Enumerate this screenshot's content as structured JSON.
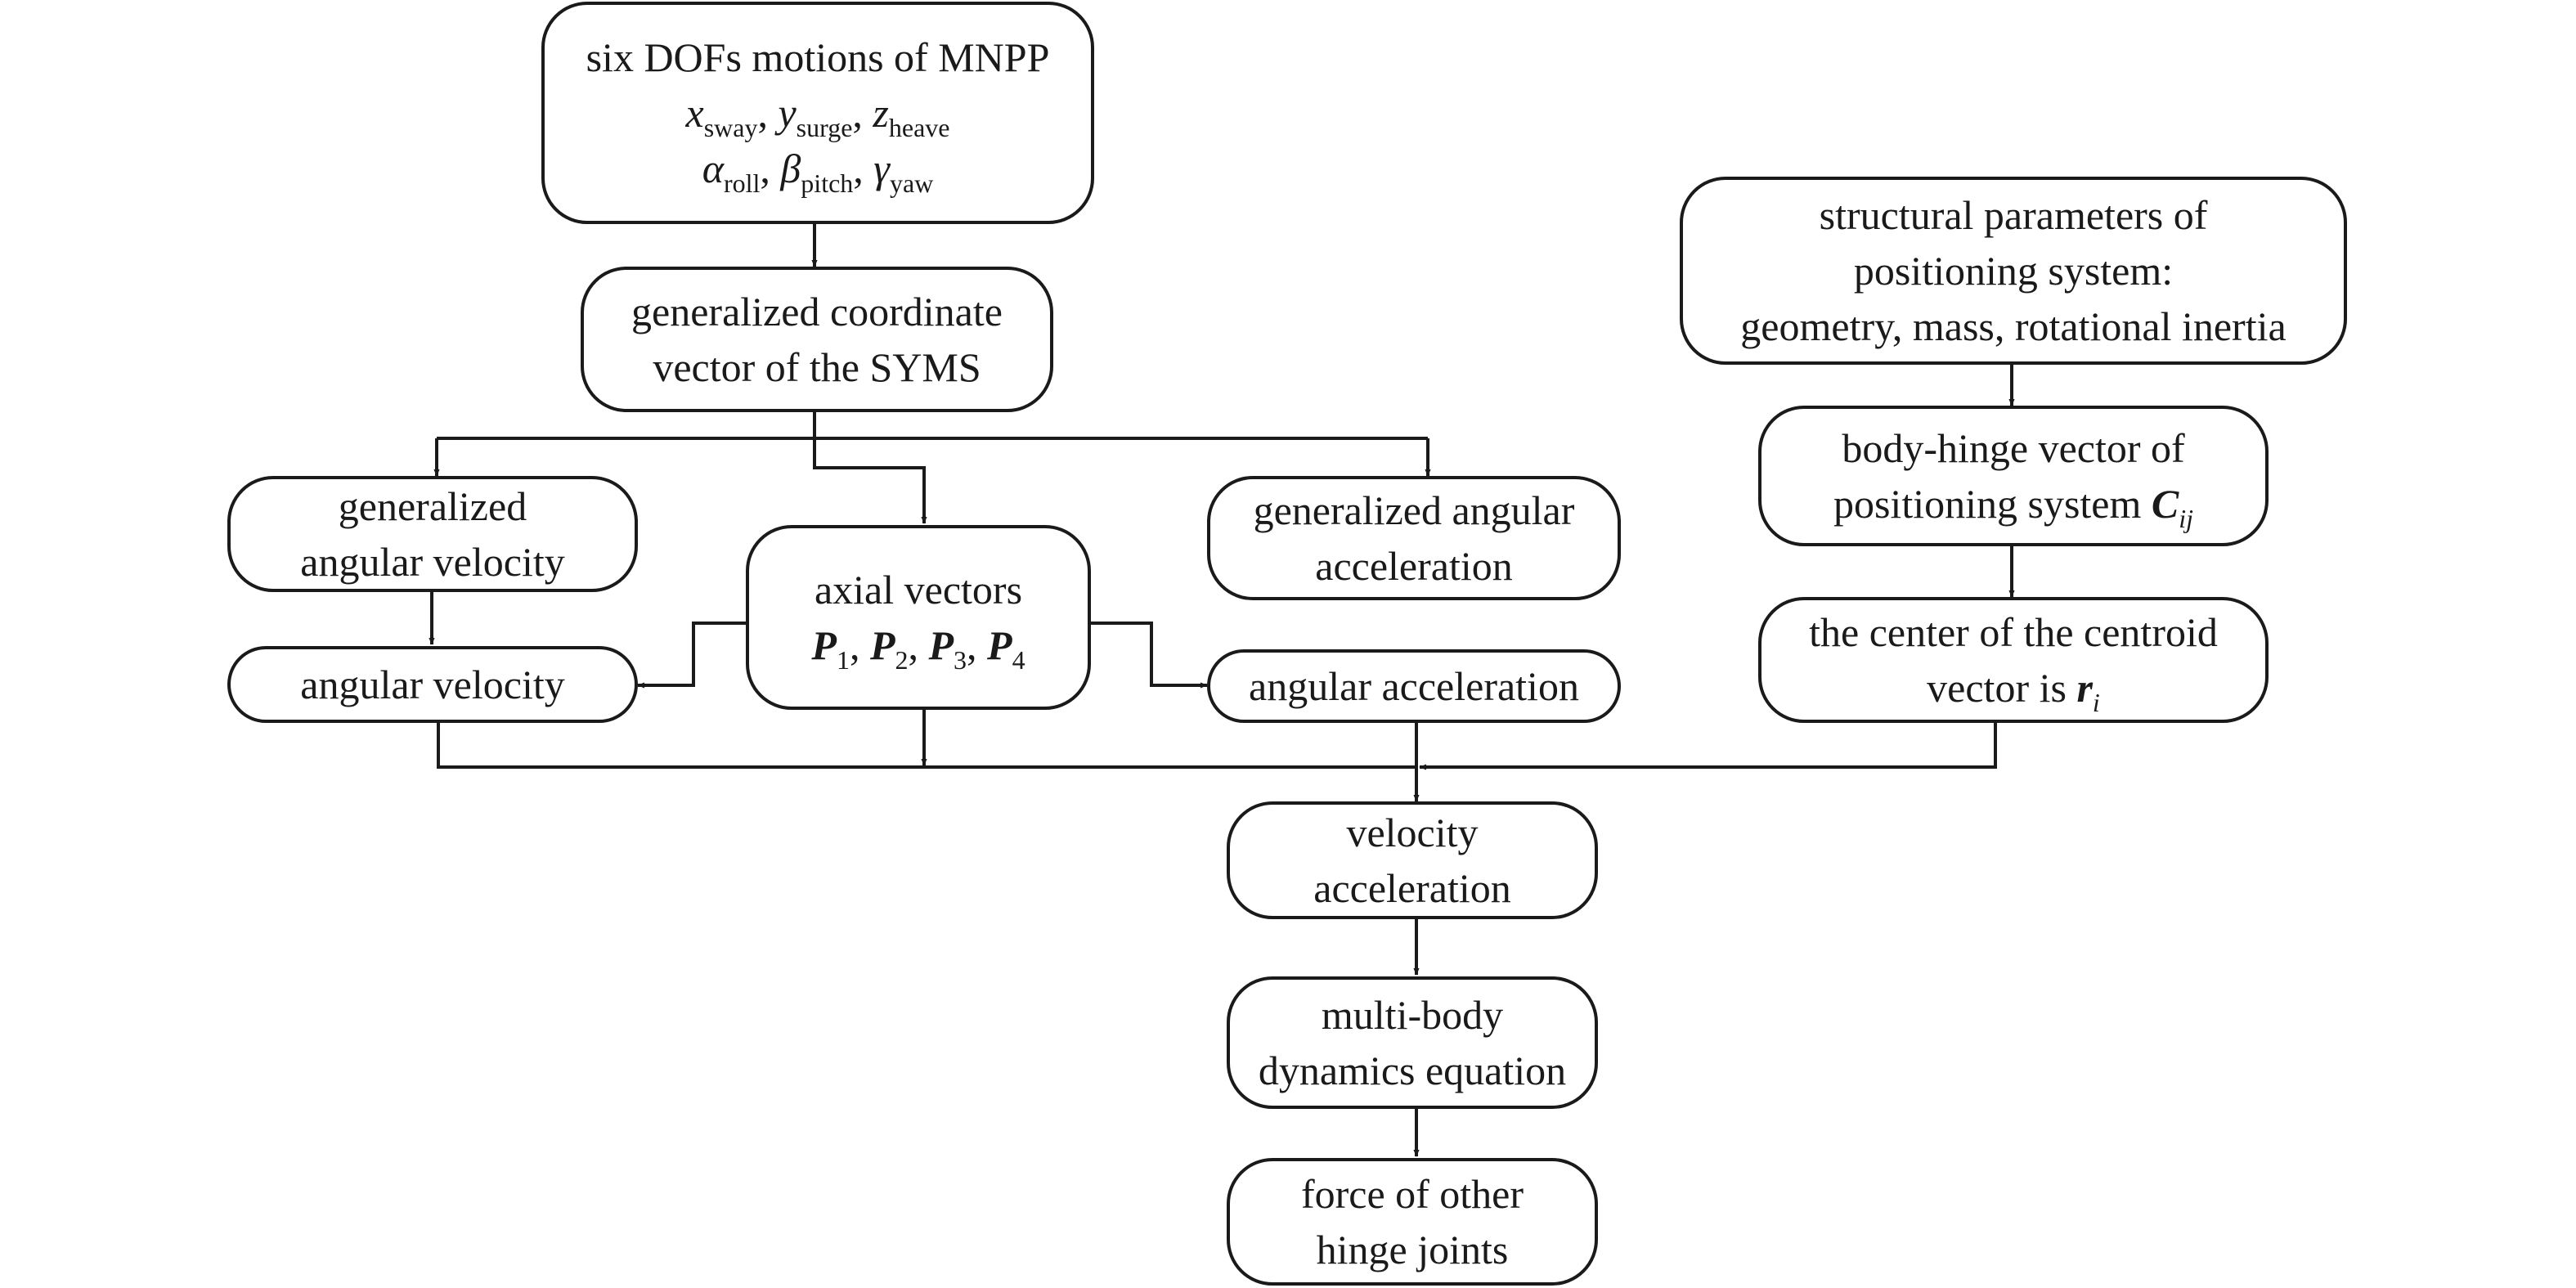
{
  "nodes": {
    "six_dofs": {
      "title": "six DOFs motions of MNPP",
      "line2": [
        {
          "sym": "x",
          "sub": "sway"
        },
        {
          "sym": "y",
          "sub": "surge"
        },
        {
          "sym": "z",
          "sub": "heave"
        }
      ],
      "line3": [
        {
          "sym": "α",
          "sub": "roll"
        },
        {
          "sym": "β",
          "sub": "pitch"
        },
        {
          "sym": "γ",
          "sub": "yaw"
        }
      ],
      "separator": ", "
    },
    "gen_coord": {
      "line1": "generalized coordinate",
      "line2": "vector of the SYMS"
    },
    "struct_params": {
      "line1": "structural parameters of",
      "line2": "positioning system:",
      "line3": "geometry, mass, rotational inertia"
    },
    "body_hinge": {
      "line1": "body-hinge vector of",
      "line2": "positioning system ",
      "sym": "C",
      "sub": "ij"
    },
    "gen_ang_vel": {
      "line1": "generalized",
      "line2": "angular velocity"
    },
    "axial": {
      "line1": "axial vectors",
      "vectors": [
        {
          "sym": "P",
          "sub": "1"
        },
        {
          "sym": "P",
          "sub": "2"
        },
        {
          "sym": "P",
          "sub": "3"
        },
        {
          "sym": "P",
          "sub": "4"
        }
      ],
      "separator": ", "
    },
    "gen_ang_acc": {
      "line1": "generalized angular",
      "line2": "acceleration"
    },
    "centroid": {
      "line1": "the center of the centroid",
      "line2": "vector is ",
      "sym": "r",
      "sub": "i"
    },
    "ang_vel": {
      "line1": "angular velocity"
    },
    "ang_acc": {
      "line1": "angular acceleration"
    },
    "vel_acc": {
      "line1": "velocity",
      "line2": "acceleration"
    },
    "multibody": {
      "line1": "multi-body",
      "line2": "dynamics equation"
    },
    "force": {
      "line1": "force of other",
      "line2": "hinge joints"
    }
  }
}
